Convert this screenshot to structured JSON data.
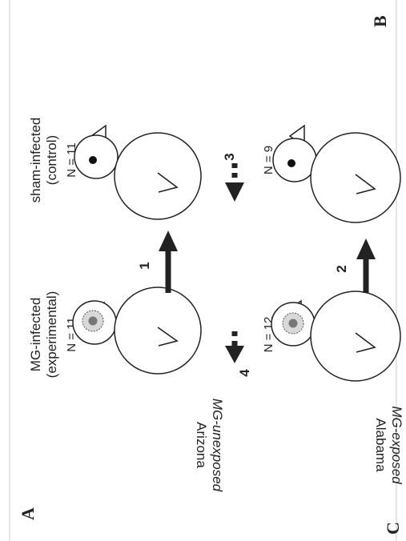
{
  "panel_labels": {
    "a": "A",
    "b": "B",
    "c": "C"
  },
  "groups": {
    "mg_infected": {
      "line1": "MG-infected",
      "line2": "(experimental)"
    },
    "sham_infected": {
      "line1": "sham-infected",
      "line2": "(control)"
    }
  },
  "populations": {
    "arizona": {
      "status": "MG-unexposed",
      "location": "Arizona"
    },
    "alabama": {
      "status": "MG-exposed",
      "location": "Alabama"
    }
  },
  "counts": {
    "arizona_infected": "N = 11",
    "arizona_sham": "N = 11",
    "alabama_infected": "N = 12",
    "alabama_sham": "N = 9"
  },
  "arrows": {
    "one": "1",
    "two": "2",
    "three": "3",
    "four": "4"
  },
  "colors": {
    "ink": "#222222",
    "frame_line": "#cccccc",
    "infected_eye_ring": "#999999",
    "infected_eye_center": "#777777"
  }
}
